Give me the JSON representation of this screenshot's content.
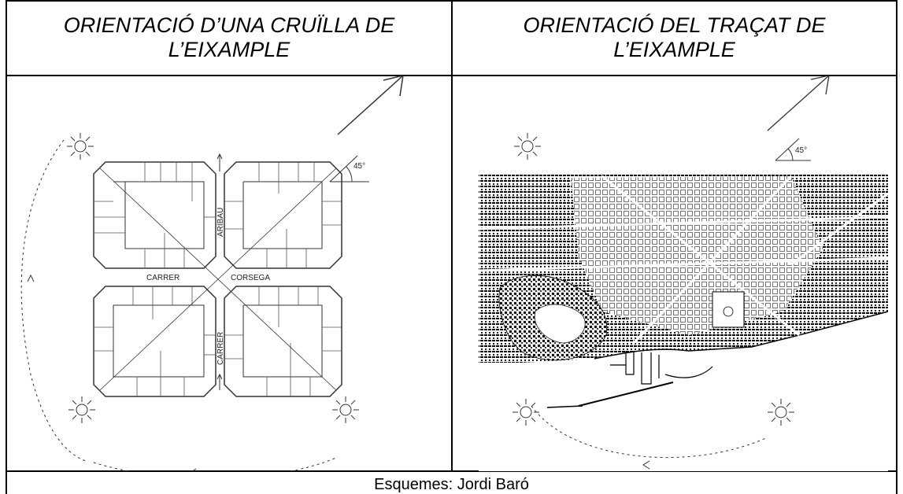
{
  "table": {
    "left_title": "ORIENTACIÓ D’UNA CRUÏLLA DE L’EIXAMPLE",
    "right_title": "ORIENTACIÓ DEL TRAÇAT DE L’EIXAMPLE",
    "caption": "Esquemes: Jordi Baró"
  },
  "left_diagram": {
    "angle_label": "45°",
    "street_label_1": "ARIBAU",
    "street_label_2": "CARRER",
    "street_label_3": "CORSEGA",
    "street_label_4": "CARRER"
  },
  "right_diagram": {
    "angle_label": "45°"
  }
}
